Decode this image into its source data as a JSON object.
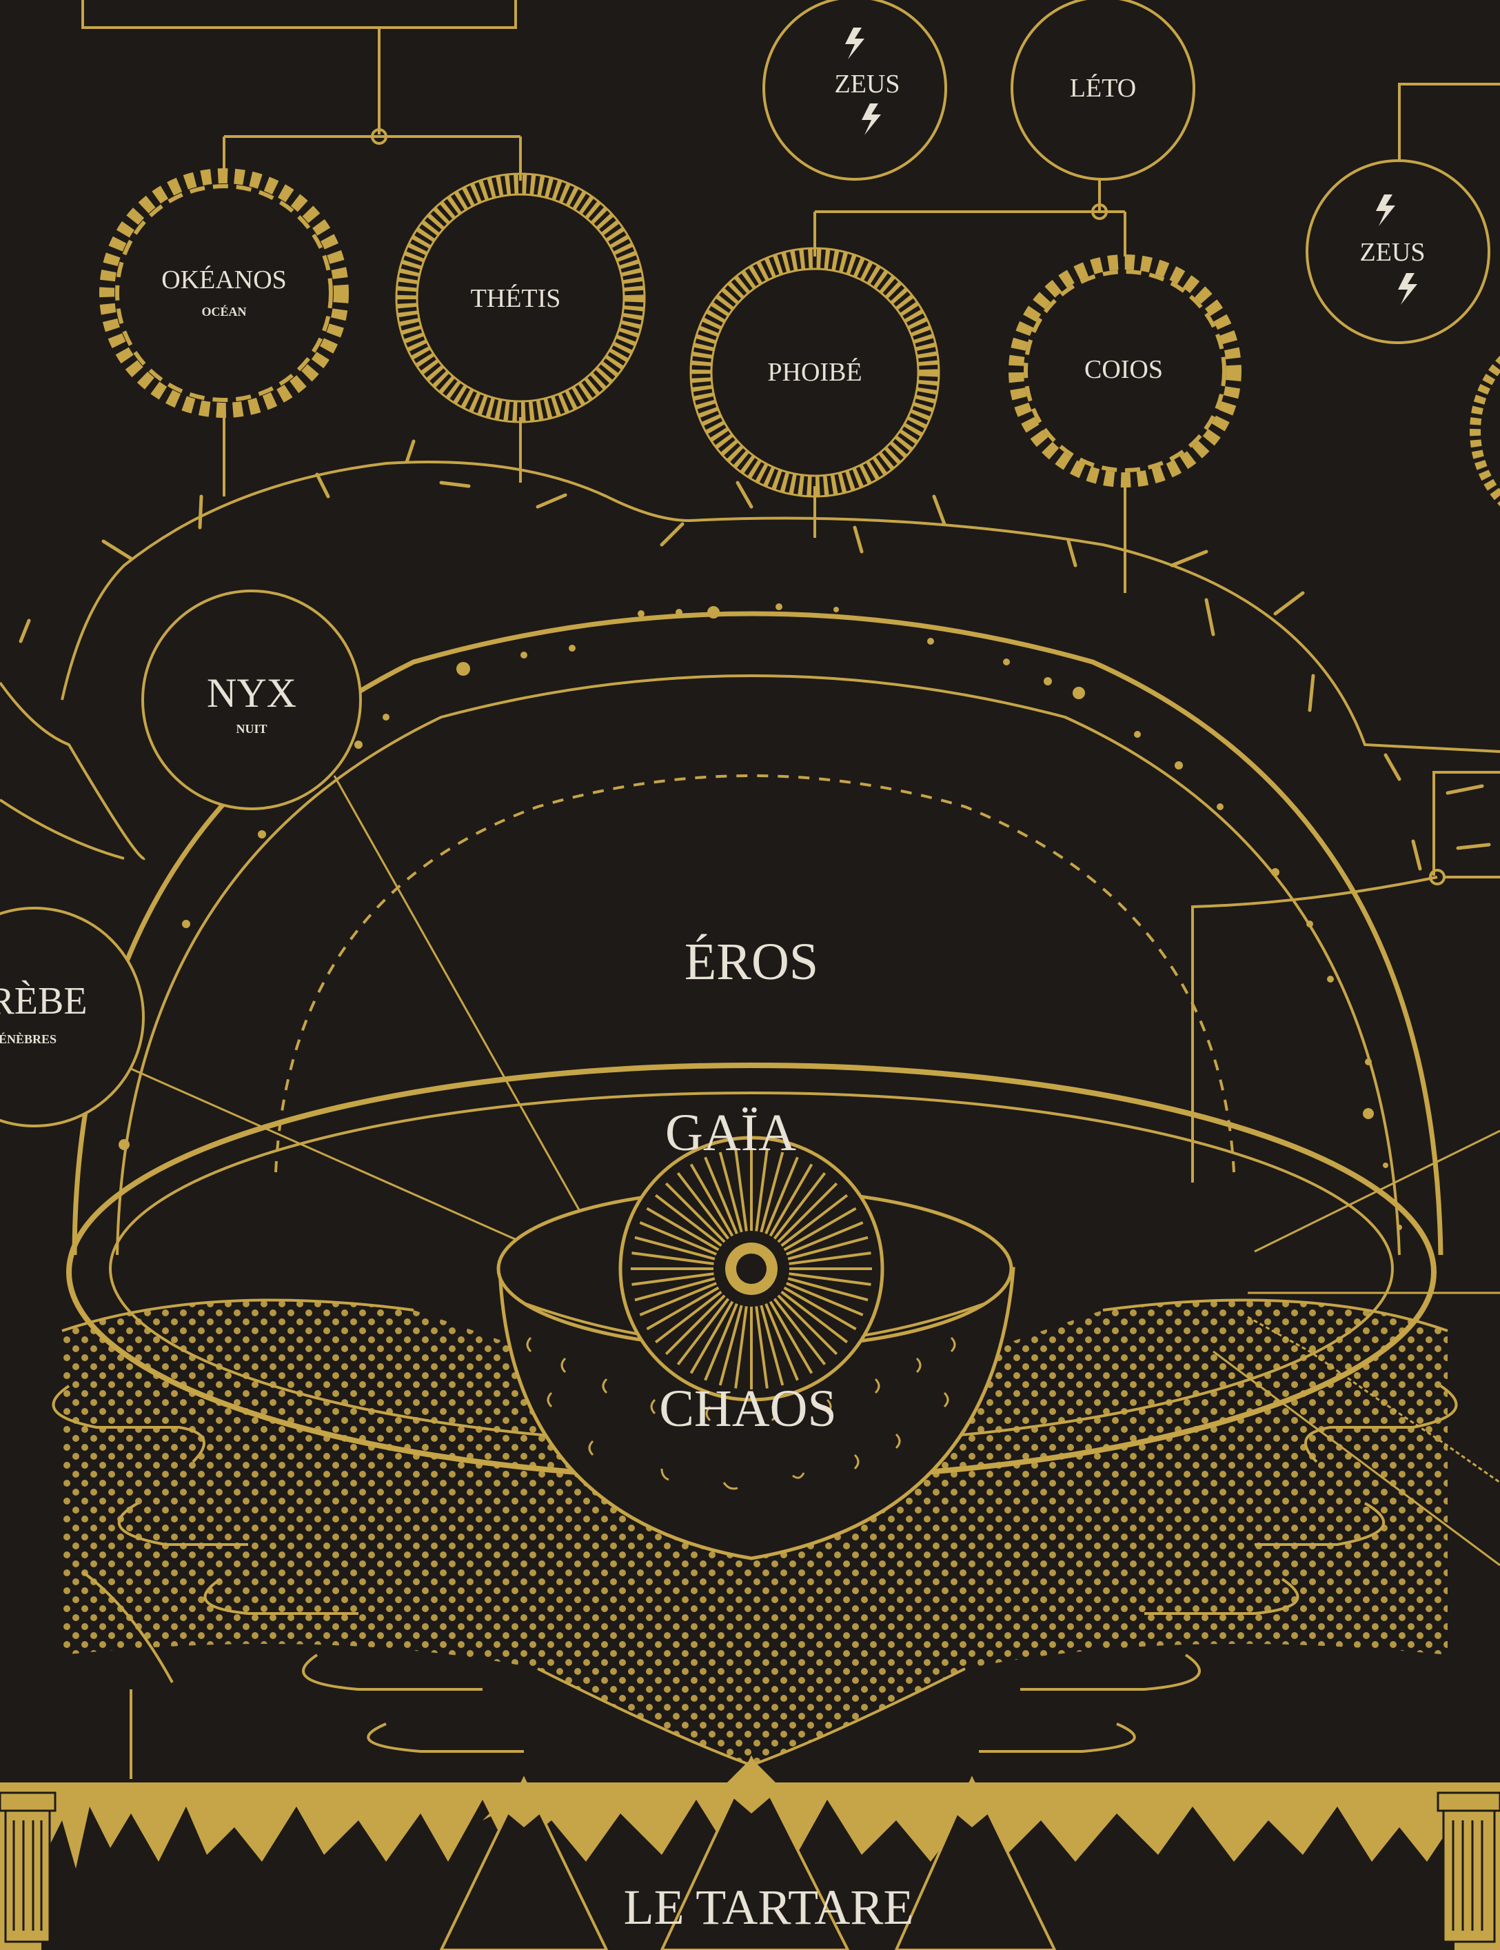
{
  "colors": {
    "background": "#1e1a17",
    "gold": "#c6a548",
    "gold_light": "#d8bd5c",
    "text_light": "#e8e2d6"
  },
  "nodes": {
    "zeus_top": {
      "name": "ZEUS",
      "icon": "lightning-icon"
    },
    "leto": {
      "name": "LÉTO"
    },
    "zeus_right": {
      "name": "ZEUS",
      "icon": "lightning-icon"
    },
    "okeanos": {
      "name": "OKÉANOS",
      "sub": "OCÉAN",
      "frame": "laurel-wreath"
    },
    "thetis": {
      "name": "THÉTIS",
      "frame": "greek-key"
    },
    "phoibe": {
      "name": "PHOIBÉ",
      "frame": "greek-key"
    },
    "coios": {
      "name": "COIOS",
      "frame": "laurel-wreath"
    },
    "nyx": {
      "name": "NYX",
      "sub": "NUIT"
    },
    "erebe": {
      "name": "RÈBE",
      "sub": "ÉNÈBRES"
    }
  },
  "cosmos": {
    "eros": "ÉROS",
    "gaia": "GAÏA",
    "chaos": "CHAOS",
    "tartare": "LE TARTARE"
  }
}
